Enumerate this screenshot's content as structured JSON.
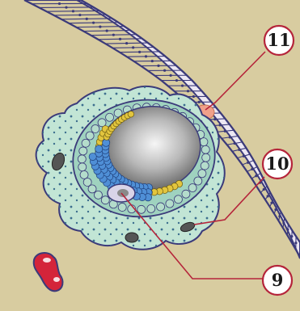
{
  "callouts": [
    {
      "id": "11",
      "text": "11"
    },
    {
      "id": "10",
      "text": "10"
    },
    {
      "id": "9",
      "text": "9"
    }
  ],
  "colors": {
    "background": "#d8cca0",
    "surface_epithelium": "#ece7f3",
    "epithelium_outline": "#3b3a7a",
    "theca_interna": "#c2e5d5",
    "granulosa_outer": "#9fd2bf",
    "granulosa_yellow": "#e2c53e",
    "granulosa_blue": "#4f8fd6",
    "antrum": "#8a8a8a",
    "callout_line": "#b5243a",
    "blood_vessel": "#d4243a",
    "corpus_albicans": "#f0a08a"
  }
}
